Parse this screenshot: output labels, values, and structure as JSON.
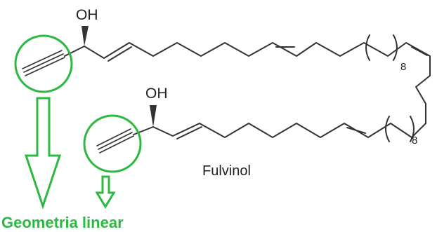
{
  "molecule": {
    "name": "Fulvinol",
    "hydroxyl_label": "OH",
    "repeat_subscript": "8"
  },
  "annotation": {
    "text": "Geometria linear",
    "color": "#2db843"
  },
  "colors": {
    "bond": "#333333",
    "highlight": "#2db843",
    "text": "#222222",
    "background": "#ffffff"
  }
}
